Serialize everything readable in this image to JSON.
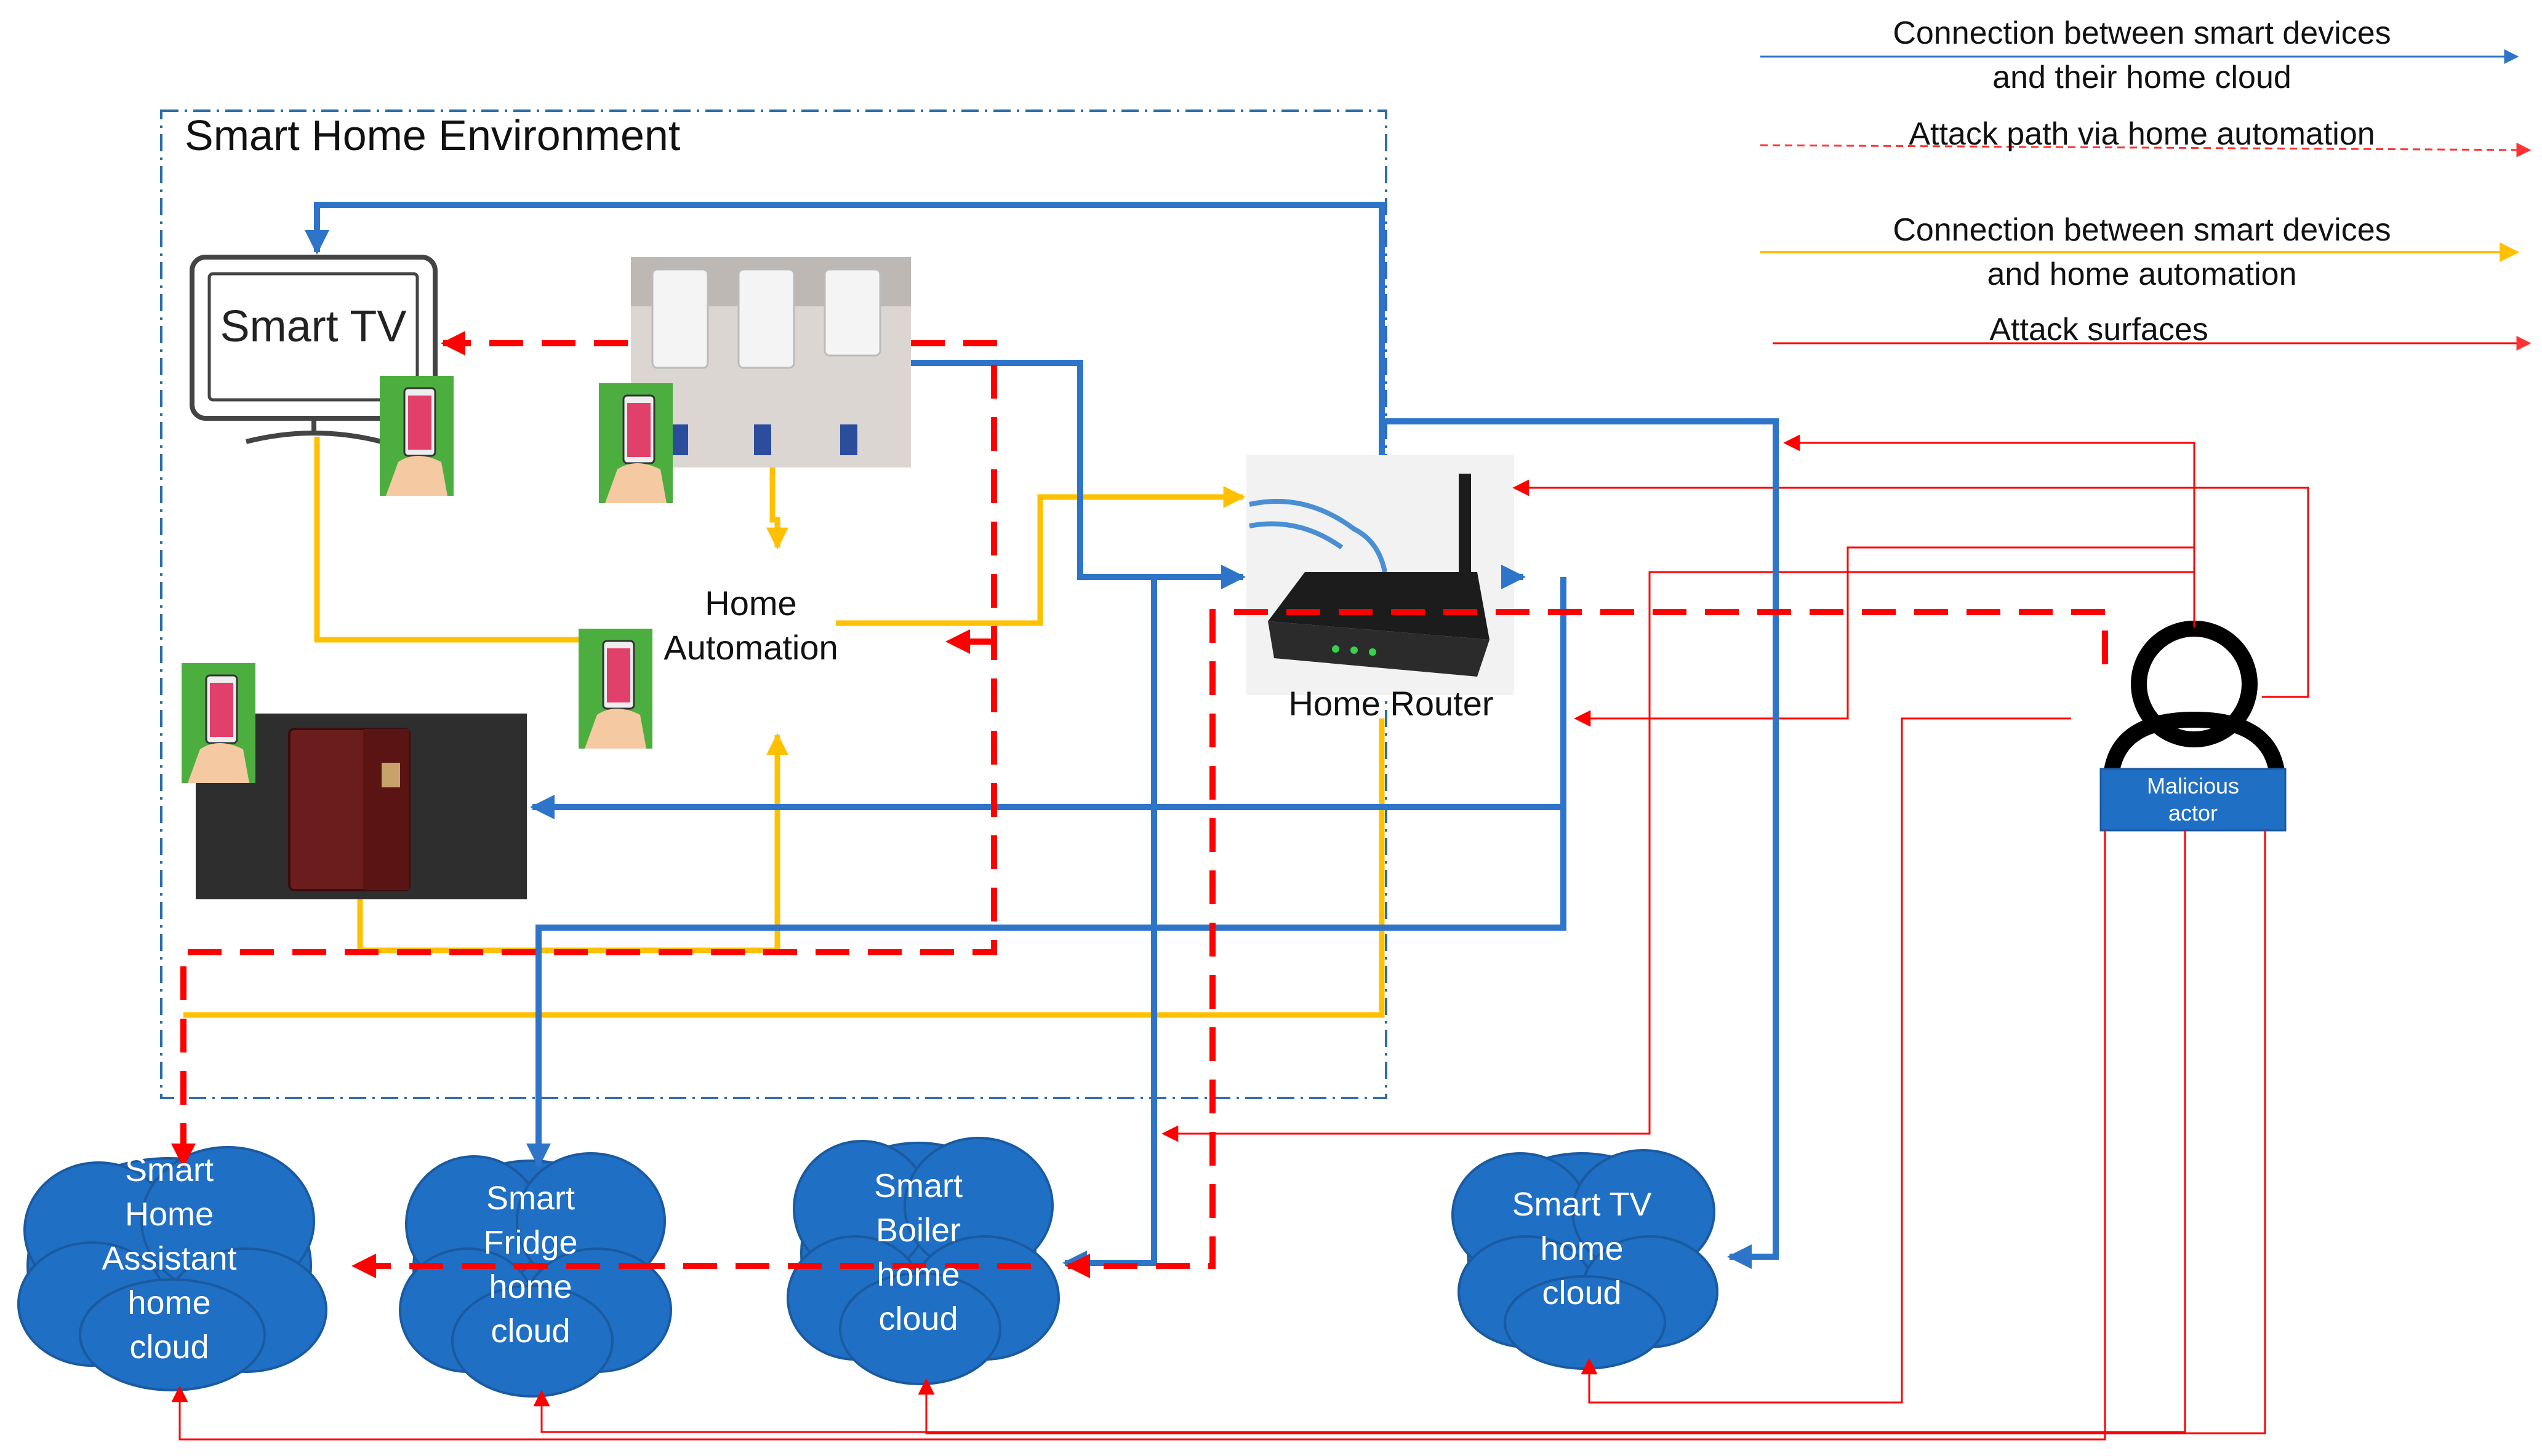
{
  "environment": {
    "title": "Smart Home Environment"
  },
  "legend": [
    {
      "text": [
        "Connection between smart devices",
        "and their home cloud"
      ],
      "color": "#2e75c9",
      "style": "solid"
    },
    {
      "text": [
        "Attack path via home automation"
      ],
      "color": "#ff3333",
      "style": "dashed"
    },
    {
      "text": [
        "Connection between smart devices",
        "and home automation"
      ],
      "color": "#ffc000",
      "style": "solid"
    },
    {
      "text": [
        "Attack surfaces"
      ],
      "color": "#ff0000",
      "style": "solid"
    }
  ],
  "devices": {
    "smart_tv": "Smart TV",
    "home_automation": [
      "Home",
      "Automation"
    ],
    "home_router": "Home Router"
  },
  "actor": {
    "label": [
      "Malicious",
      "actor"
    ]
  },
  "clouds": [
    {
      "lines": [
        "Smart",
        "Home",
        "Assistant",
        "home",
        "cloud"
      ]
    },
    {
      "lines": [
        "Smart",
        "Fridge",
        "home",
        "cloud"
      ]
    },
    {
      "lines": [
        "Smart",
        "Boiler",
        "home",
        "cloud"
      ]
    },
    {
      "lines": [
        "Smart TV",
        "home",
        "cloud"
      ]
    }
  ],
  "colors": {
    "cloud_connection": "#2e75c9",
    "attack_path": "#ff0000",
    "automation_connection": "#ffc000",
    "attack_surface": "#ff0000",
    "cloud_fill": "#1f6fc5",
    "actor_box": "#1f6fc5"
  }
}
